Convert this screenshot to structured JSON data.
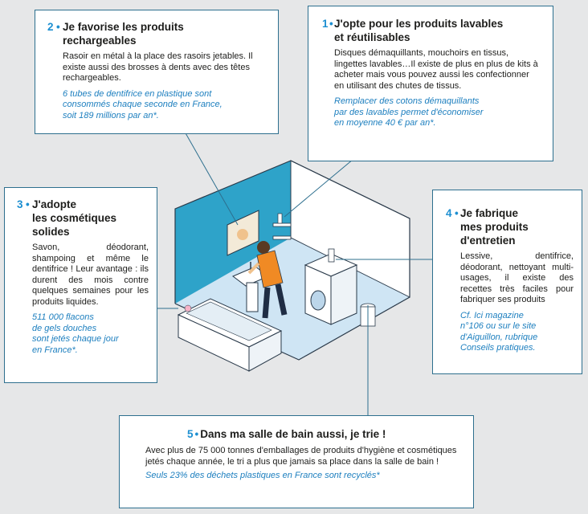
{
  "colors": {
    "accent": "#1d8fd1",
    "wall_blue": "#2ea3c9",
    "border": "#2d6f8e",
    "floor": "#cfe5f4"
  },
  "box2": {
    "num": "2",
    "title_line1": "Je favorise les produits",
    "title_line2": "rechargeables",
    "body": "Rasoir en métal à la place des rasoirs jetables. Il existe aussi des brosses à dents avec des têtes rechargeables.",
    "note_line1": "6 tubes de dentifrice en plastique sont",
    "note_line2": "consommés chaque seconde en France,",
    "note_line3": "soit 189 millions par an*."
  },
  "box1": {
    "num": "1",
    "title_line1": "J'opte pour les produits lavables",
    "title_line2": "et réutilisables",
    "body": "Disques démaquillants, mouchoirs en tissus, lingettes lavables…Il existe de plus en plus de kits à acheter mais vous pouvez aussi les confectionner en utilisant des chutes de tissus.",
    "note_line1": "Remplacer des cotons démaquillants",
    "note_line2": "par des lavables permet d'économiser",
    "note_line3": "en moyenne 40 € par an*."
  },
  "box3": {
    "num": "3",
    "title_line1": "J'adopte",
    "title_line2": "les cosmétiques",
    "title_line3": "solides",
    "body": "Savon, déodorant, shampoing et même le dentifrice ! Leur avantage : ils durent des mois contre quelques semaines pour les produits liquides.",
    "note_line1": "511 000 flacons",
    "note_line2": "de gels douches",
    "note_line3": "sont jetés chaque jour",
    "note_line4": "en France*."
  },
  "box4": {
    "num": "4",
    "title_line1": "Je fabrique",
    "title_line2": "mes produits",
    "title_line3": "d'entretien",
    "body": "Lessive, dentifrice, déodorant, nettoyant multi-usages, il existe des recettes très faciles pour fabriquer ses produits",
    "note_line1": "Cf. Ici magazine",
    "note_line2": "n°106 ou sur le site",
    "note_line3": "d'Aiguillon, rubrique",
    "note_line4": "Conseils pratiques."
  },
  "box5": {
    "num": "5",
    "title": "Dans ma salle de bain aussi, je trie !",
    "body": "Avec plus de 75 000 tonnes d'emballages de produits d'hygiène et cosmétiques jetés chaque année, le tri a plus que jamais sa place dans la salle de bain !",
    "note": "Seuls 23% des déchets plastiques en France sont recyclés*"
  }
}
